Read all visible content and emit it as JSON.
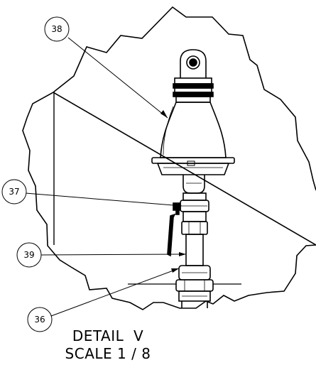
{
  "callouts": {
    "c38": "38",
    "c37": "37",
    "c39": "39",
    "c36": "36"
  },
  "caption": {
    "line1": "DETAIL  V",
    "line2": "SCALE 1 / 8"
  }
}
